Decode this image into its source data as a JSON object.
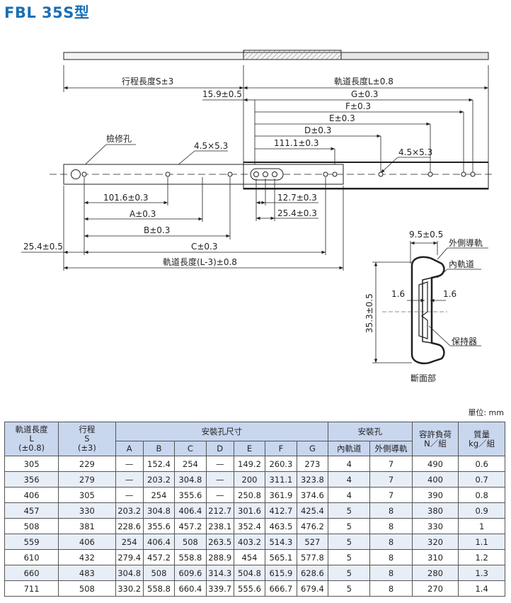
{
  "page_title": "FBL 35S型",
  "diagram": {
    "stroke_label": "行程長度S±3",
    "rail_length_label": "軌道長度L±0.8",
    "dim_15_9": "15.9±0.5",
    "dim_G": "G±0.3",
    "dim_F": "F±0.3",
    "dim_E": "E±0.3",
    "dim_D": "D±0.3",
    "dim_111_1": "111.1±0.3",
    "inspection_hole": "檢修孔",
    "slot_left": "4.5×5.3",
    "slot_right": "4.5×5.3",
    "dim_101_6": "101.6±0.3",
    "dim_A": "A±0.3",
    "dim_B": "B±0.3",
    "dim_C": "C±0.3",
    "dim_25_4_left": "25.4±0.5",
    "dim_12_7": "12.7±0.3",
    "dim_25_4_right": "25.4±0.3",
    "inner_rail_length": "軌道長度(L-3)±0.8",
    "section_width": "9.5±0.5",
    "outer_rail": "外側導軌",
    "inner_rail": "內軌道",
    "thick_left": "1.6",
    "thick_right": "1.6",
    "section_height": "35.3±0.5",
    "retainer": "保持器",
    "section_caption": "斷面部"
  },
  "unit_label": "單位: mm",
  "table": {
    "h_length": "軌道長度",
    "h_length_sym": "L",
    "h_length_tol": "(±0.8)",
    "h_stroke": "行程",
    "h_stroke_sym": "S",
    "h_stroke_tol": "(±3)",
    "h_mount_dims": "安裝孔尺寸",
    "h_mount_holes": "安裝孔",
    "h_load": "容許負荷",
    "h_load_unit": "N／組",
    "h_mass": "質量",
    "h_mass_unit": "kg／組",
    "h_inner": "內軌道",
    "h_outer": "外側導軌",
    "h_cols": [
      "A",
      "B",
      "C",
      "D",
      "E",
      "F",
      "G"
    ],
    "rows": [
      [
        "305",
        "229",
        "—",
        "152.4",
        "254",
        "—",
        "149.2",
        "260.3",
        "273",
        "4",
        "7",
        "490",
        "0.6"
      ],
      [
        "356",
        "279",
        "—",
        "203.2",
        "304.8",
        "—",
        "200",
        "311.1",
        "323.8",
        "4",
        "7",
        "400",
        "0.7"
      ],
      [
        "406",
        "305",
        "—",
        "254",
        "355.6",
        "—",
        "250.8",
        "361.9",
        "374.6",
        "4",
        "7",
        "390",
        "0.8"
      ],
      [
        "457",
        "330",
        "203.2",
        "304.8",
        "406.4",
        "212.7",
        "301.6",
        "412.7",
        "425.4",
        "5",
        "8",
        "380",
        "0.9"
      ],
      [
        "508",
        "381",
        "228.6",
        "355.6",
        "457.2",
        "238.1",
        "352.4",
        "463.5",
        "476.2",
        "5",
        "8",
        "330",
        "1"
      ],
      [
        "559",
        "406",
        "254",
        "406.4",
        "508",
        "263.5",
        "403.2",
        "514.3",
        "527",
        "5",
        "8",
        "320",
        "1.1"
      ],
      [
        "610",
        "432",
        "279.4",
        "457.2",
        "558.8",
        "288.9",
        "454",
        "565.1",
        "577.8",
        "5",
        "8",
        "310",
        "1.2"
      ],
      [
        "660",
        "483",
        "304.8",
        "508",
        "609.6",
        "314.3",
        "504.8",
        "615.9",
        "628.6",
        "5",
        "8",
        "280",
        "1.3"
      ],
      [
        "711",
        "508",
        "330.2",
        "558.8",
        "660.4",
        "339.7",
        "555.6",
        "666.7",
        "679.4",
        "5",
        "8",
        "270",
        "1.4"
      ]
    ]
  }
}
